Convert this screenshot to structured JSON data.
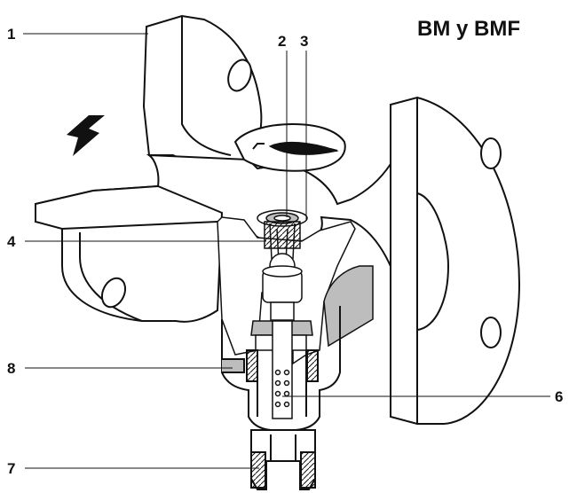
{
  "title": "BM y BMF",
  "callouts": {
    "c1": "1",
    "c2": "2",
    "c3": "3",
    "c4": "4",
    "c6": "6",
    "c7": "7",
    "c8": "8"
  },
  "colors": {
    "ink": "#111111",
    "shade": "#bdbdbd",
    "light": "#f2f2f2"
  }
}
